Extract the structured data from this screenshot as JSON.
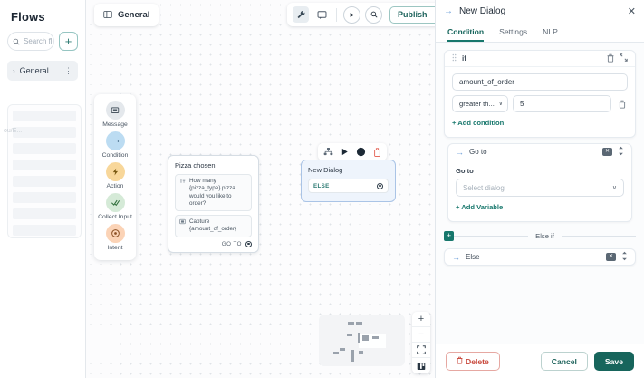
{
  "sidebar": {
    "title": "Flows",
    "search_placeholder": "Search flov",
    "add_label": "+",
    "items": [
      {
        "label": "General",
        "chevron": "›",
        "menu": "⋮"
      }
    ],
    "ghost_label": "ou/E..."
  },
  "canvas": {
    "general_chip": {
      "label": "General",
      "icon": "panel-icon"
    },
    "toolbar": {
      "tools_icon": "wrench-icon",
      "comment_icon": "comment-icon",
      "play_icon": "▶",
      "search_icon": "search-icon",
      "publish_label": "Publish",
      "publish_caret": "∨"
    },
    "palette": [
      {
        "label": "Message",
        "icon": "message-icon",
        "glyph": "▣",
        "bg": "#e4e8ec",
        "fg": "#4b5863"
      },
      {
        "label": "Condition",
        "icon": "condition-icon",
        "glyph": "→",
        "bg": "#bcdcf2",
        "fg": "#29506e"
      },
      {
        "label": "Action",
        "icon": "action-icon",
        "glyph": "⚡",
        "bg": "#f8d79a",
        "fg": "#7a5a13"
      },
      {
        "label": "Collect Input",
        "icon": "collect-input-icon",
        "glyph": "✓",
        "bg": "#d5ead7",
        "fg": "#2f6e3a"
      },
      {
        "label": "Intent",
        "icon": "intent-icon",
        "glyph": "◎",
        "bg": "#fbd3b6",
        "fg": "#8a4f23"
      }
    ],
    "pizza_node": {
      "title": "Pizza chosen",
      "prompt_icon": "text-icon",
      "prompt": "How many {pizza_type} pizza would you like to order?",
      "capture_icon": "capture-icon",
      "capture": "Capture {amount_of_order}",
      "goto_label": "GO TO"
    },
    "node_toolbar": {
      "branch_icon": "branch-icon",
      "play_icon": "▶",
      "circle_icon": "circle-icon",
      "delete_icon": "trash-icon"
    },
    "dialog_node": {
      "title": "New Dialog",
      "else_label": "ELSE"
    },
    "zoom_controls": {
      "zoom_in": "+",
      "zoom_out": "−",
      "fit": "fit-icon",
      "layout": "layout-icon"
    }
  },
  "panel": {
    "header": {
      "arrow": "→",
      "title": "New Dialog",
      "close": "✕"
    },
    "tabs": [
      {
        "label": "Condition",
        "active": true
      },
      {
        "label": "Settings",
        "active": false
      },
      {
        "label": "NLP",
        "active": false
      }
    ],
    "condition_card": {
      "grip_icon": "drag-grip-icon",
      "keyword": "if",
      "delete_icon": "trash-icon",
      "collapse_icon": "collapse-icon",
      "variable": "amount_of_order",
      "operator": "greater th...",
      "operator_caret": "∨",
      "value": "5",
      "row_delete_icon": "trash-icon",
      "add_condition": "+ Add condition"
    },
    "goto_card": {
      "arrow": "→",
      "title": "Go to",
      "clear_icon": "clear-icon",
      "reorder_icon": "reorder-icon",
      "field_label": "Go to",
      "select_placeholder": "Select dialog",
      "select_caret": "∨",
      "add_variable": "+ Add Variable"
    },
    "else_if": {
      "plus": "+",
      "label": "Else if"
    },
    "else_card": {
      "arrow": "→",
      "title": "Else",
      "clear_icon": "clear-icon",
      "reorder_icon": "reorder-icon"
    },
    "footer": {
      "delete_label": "Delete",
      "delete_icon": "trash-icon",
      "cancel_label": "Cancel",
      "save_label": "Save"
    }
  },
  "colors": {
    "accent": "#17776c",
    "danger": "#c8483c",
    "selected_node_border": "#aac4e6",
    "selected_node_bg": "#eef4fc"
  }
}
